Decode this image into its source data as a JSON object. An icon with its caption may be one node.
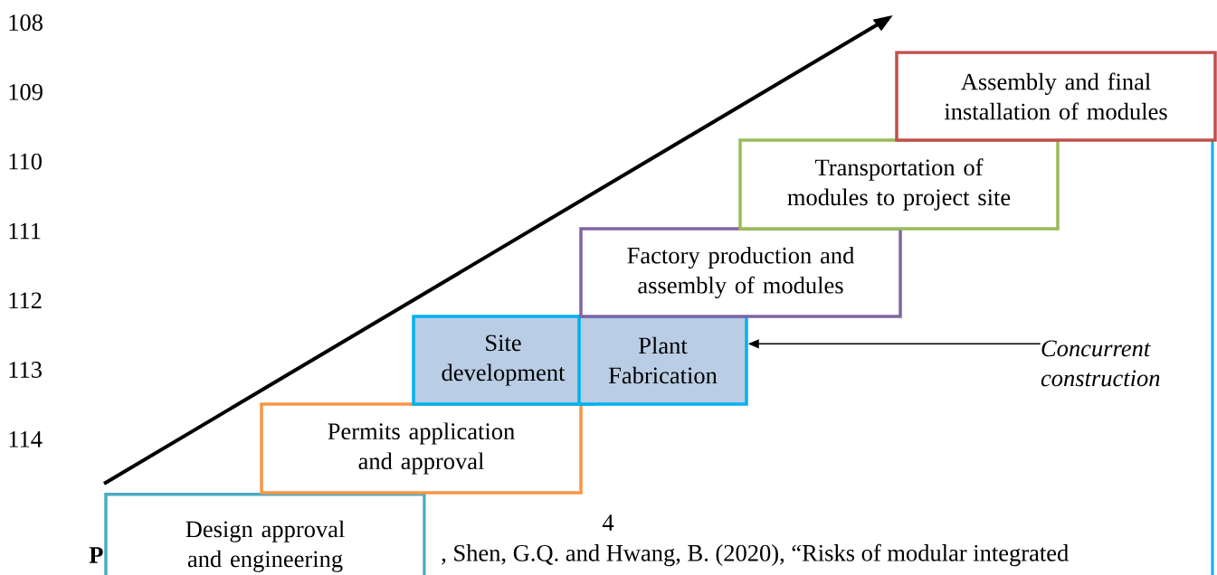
{
  "diagram": {
    "nodes": [
      {
        "text": [
          "Design approval and engineering"
        ]
      },
      {
        "text": [
          "Permits application and approval"
        ]
      },
      {
        "text": [
          "Site development"
        ]
      },
      {
        "text": [
          "Plant Fabrication"
        ]
      },
      {
        "text": [
          "Factory production and assembly of modules"
        ]
      },
      {
        "text": [
          "Transportation of modules to project site"
        ]
      },
      {
        "text": [
          "Assembly and final installation of modules"
        ]
      },
      {
        "text": [
          "Concurrent construction"
        ]
      }
    ],
    "edges": [
      {
        "from": 7,
        "to": 3,
        "arrow": "to"
      }
    ],
    "labels": [
      "108",
      "109",
      "110",
      "111",
      "112",
      "113",
      "114",
      "4",
      "P",
      ", Shen, G.Q. and Hwang, B. (2020), “Risks of modular integrated"
    ]
  }
}
